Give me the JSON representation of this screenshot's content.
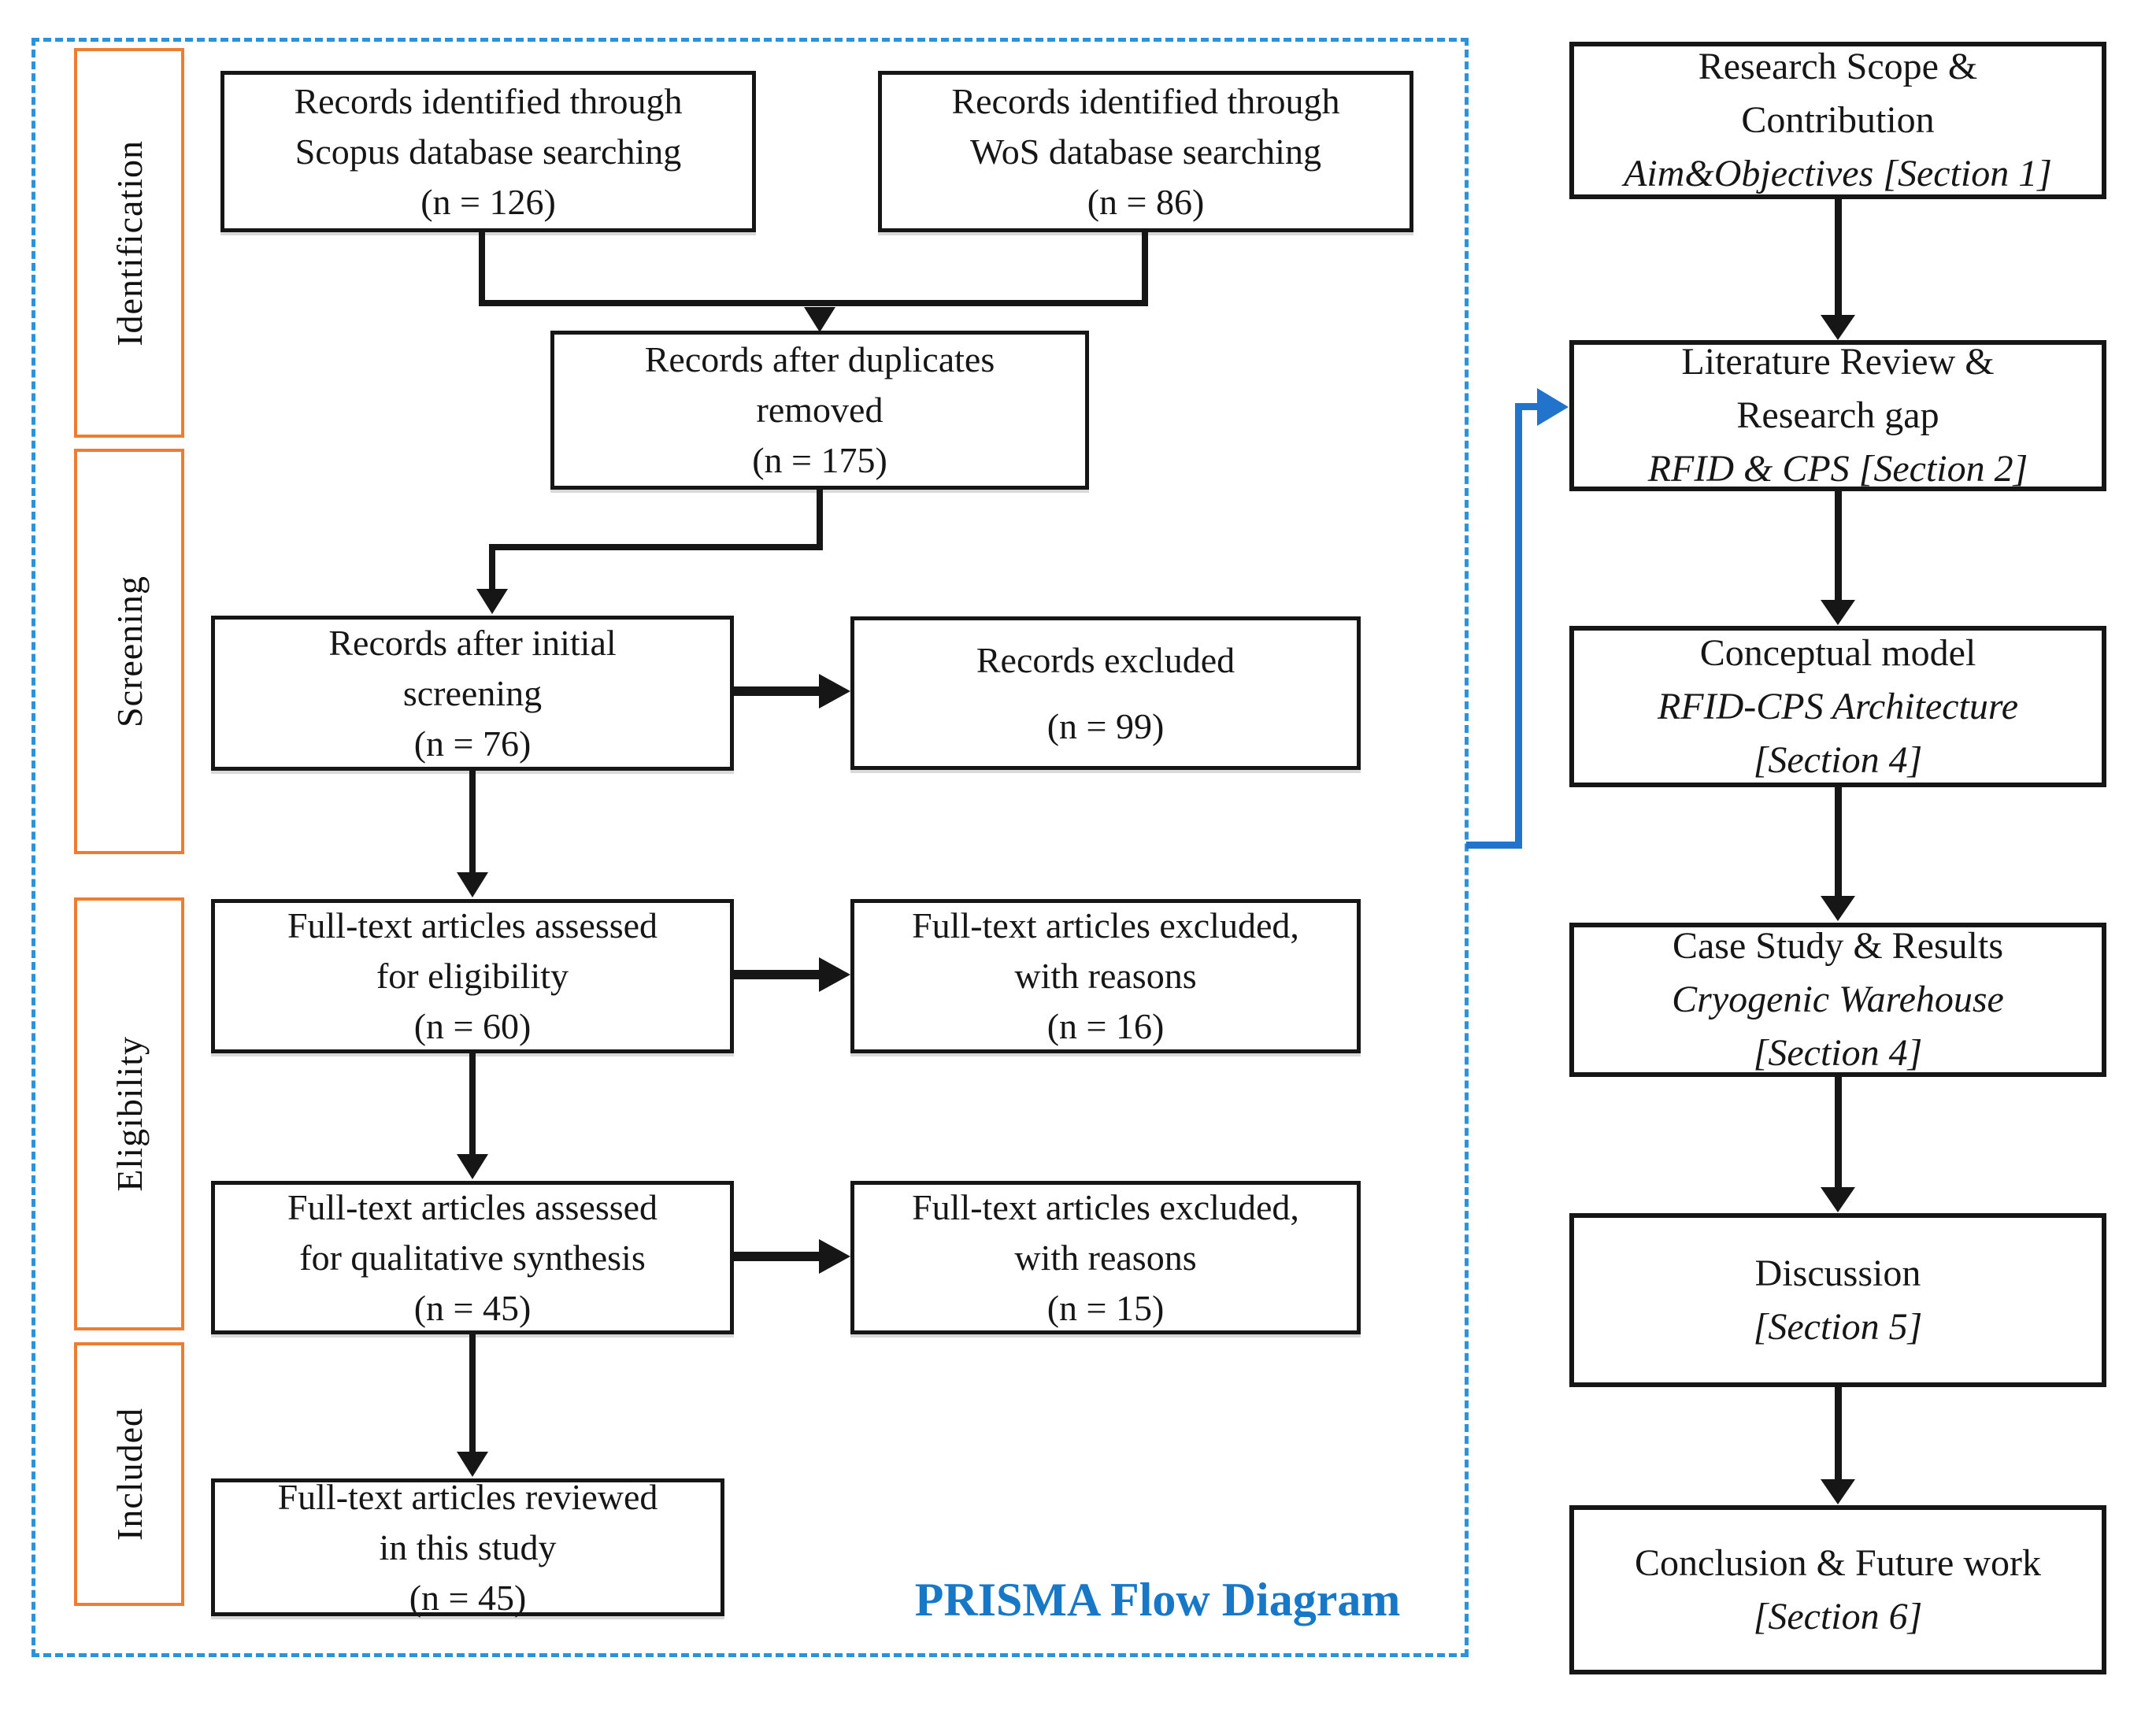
{
  "colors": {
    "dashed_border_blue": "#2b93dc",
    "title_blue": "#1878c8",
    "arrow_blue": "#2273cc",
    "stage_orange": "#ED7D31",
    "box_border_black": "#161616"
  },
  "prisma": {
    "title": "PRISMA Flow Diagram",
    "stages": [
      {
        "label": "Identification"
      },
      {
        "label": "Screening"
      },
      {
        "label": "Eligibility"
      },
      {
        "label": "Included"
      }
    ],
    "boxes": {
      "scopus": {
        "lines": [
          "Records identified through",
          "Scopus database searching",
          "(n = 126)"
        ]
      },
      "wos": {
        "lines": [
          "Records identified through",
          "WoS database searching",
          "(n = 86)"
        ]
      },
      "duplicates": {
        "lines": [
          "Records after duplicates",
          "removed",
          "(n = 175)"
        ]
      },
      "screened": {
        "lines": [
          "Records after initial",
          "screening",
          "(n = 76)"
        ]
      },
      "records_excluded": {
        "lines": [
          "Records excluded",
          "(n = 99)"
        ]
      },
      "eligibility": {
        "lines": [
          "Full-text articles assessed",
          "for eligibility",
          "(n = 60)"
        ]
      },
      "excluded_reasons_1": {
        "lines": [
          "Full-text articles excluded,",
          "with reasons",
          "(n = 16)"
        ]
      },
      "qualitative": {
        "lines": [
          "Full-text articles assessed",
          "for qualitative synthesis",
          "(n = 45)"
        ]
      },
      "excluded_reasons_2": {
        "lines": [
          "Full-text articles excluded,",
          "with reasons",
          "(n = 15)"
        ]
      },
      "reviewed": {
        "lines": [
          "Full-text articles reviewed",
          "in this study",
          "(n = 45)"
        ]
      }
    }
  },
  "outline": {
    "box1": {
      "l1": "Research Scope &",
      "l2": "Contribution",
      "l3": "Aim&Objectives [Section 1]"
    },
    "box2": {
      "l1": "Literature Review &",
      "l2": "Research gap",
      "l3": "RFID & CPS [Section 2]"
    },
    "box3": {
      "l1": "Conceptual model",
      "l2": "RFID-CPS Architecture",
      "l3": "[Section 4]"
    },
    "box4": {
      "l1": "Case Study & Results",
      "l2": "Cryogenic Warehouse",
      "l3": "[Section 4]"
    },
    "box5": {
      "l1": "Discussion",
      "l2": "[Section 5]"
    },
    "box6": {
      "l1": "Conclusion & Future work",
      "l2": "[Section 6]"
    }
  }
}
